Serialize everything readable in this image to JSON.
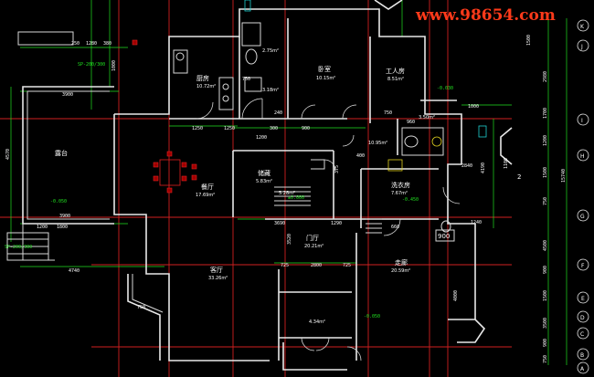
{
  "watermark": "www.98654.com",
  "rooms": {
    "kitchen": {
      "name": "厨房",
      "area": "10.72m²"
    },
    "bedroom": {
      "name": "卧室",
      "area": "10.15m²"
    },
    "servant": {
      "name": "工人房",
      "area": "8.51m²"
    },
    "balcony": {
      "name": "露台"
    },
    "dining": {
      "name": "餐厅",
      "area": "17.69m²"
    },
    "storage": {
      "name": "储藏",
      "area": "5.83m²"
    },
    "laundry": {
      "name": "洗衣房",
      "area": "7.67m²"
    },
    "foyer": {
      "name": "门厅",
      "area": "20.21m²"
    },
    "living": {
      "name": "客厅",
      "area": "33.26m²"
    },
    "corridor": {
      "name": "走廊",
      "area": "20.59m²"
    },
    "bath1": {
      "area": "2.75m²"
    },
    "bath2": {
      "area": "3.18m²"
    },
    "bath3": {
      "area": "3.50m²"
    },
    "closet": {
      "area": "4.34m²"
    },
    "hall_small": {
      "area": "10.95m²"
    },
    "stair_mid": {
      "area": "5.28m²"
    }
  },
  "dimensions": {
    "top": [
      "250",
      "1280",
      "380",
      "1000"
    ],
    "balcony_w": "3900",
    "balcony_h": "4570",
    "balcony_bottom": [
      "1200",
      "1800"
    ],
    "balcony_3900": "3900",
    "left_4740": "4740",
    "kitchen_row": [
      "1250",
      "1250"
    ],
    "mid_row": [
      "750",
      "300",
      "900"
    ],
    "servant_row": [
      "750",
      "960"
    ],
    "stair_row": [
      "3690",
      "1290"
    ],
    "foyer_row": [
      "2800",
      "725",
      "725"
    ],
    "small": [
      "240",
      "375",
      "1000",
      "3520",
      "1240",
      "2840",
      "4190",
      "400",
      "900",
      "660",
      "750",
      "1200",
      "4000"
    ],
    "right_axis": [
      "1500",
      "2980",
      "1700",
      "1200",
      "1500",
      "750",
      "15740",
      "4500",
      "900",
      "1500",
      "3500",
      "900",
      "750",
      "1100"
    ]
  },
  "levels": [
    "SP-200/300",
    "-0.050",
    "±0.000",
    "-0.450",
    "-0.030",
    "-0.050"
  ],
  "grid": [
    "K",
    "J",
    "I",
    "H",
    "G",
    "F",
    "E",
    "D",
    "C",
    "B",
    "A",
    "2"
  ],
  "door_mark": "900"
}
